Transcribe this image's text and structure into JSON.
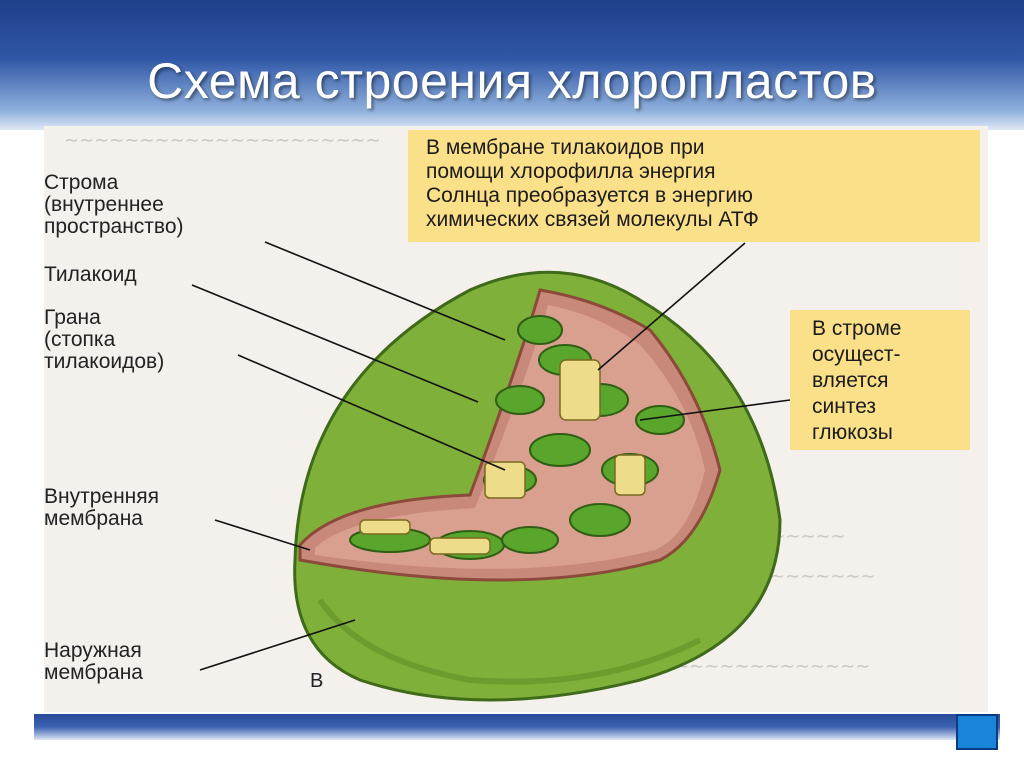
{
  "slide": {
    "title": "Схема строения хлоропластов"
  },
  "callouts": {
    "thylakoid_membrane": [
      "В мембране тилакоидов при",
      "помощи хлорофилла энергия",
      "Солнца преобразуется в энергию",
      "химических связей молекулы АТФ"
    ],
    "stroma_synthesis": [
      "В строме",
      "осущест-",
      "вляется",
      "синтез",
      "глюкозы"
    ]
  },
  "labels": {
    "stroma": [
      "Строма",
      "(внутреннее",
      "пространство)"
    ],
    "thylakoid": [
      "Тилакоид"
    ],
    "grana": [
      "Грана",
      "(стопка",
      "тилакоидов)"
    ],
    "inner_membrane": [
      "Внутренняя",
      "мембрана"
    ],
    "outer_membrane": [
      "Наружная",
      "мембрана"
    ],
    "figure_letter": "В"
  },
  "colors": {
    "outer_membrane": "#7fb03a",
    "inner_membrane": "#c9897a",
    "stroma": "#d9a08f",
    "thylakoid": "#5aa52c",
    "callout_bg": "#fbe08a",
    "header_blue": "#2f57a6"
  }
}
